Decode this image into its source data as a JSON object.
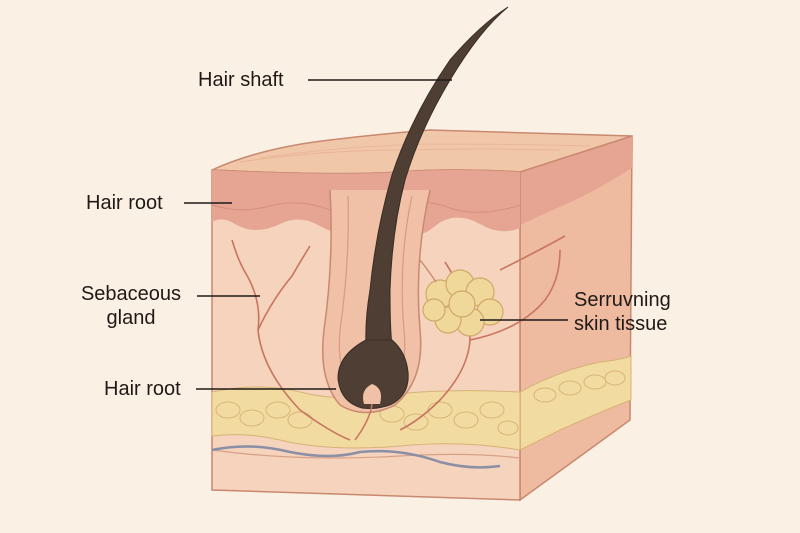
{
  "labels": {
    "hair_shaft": "Hair shaft",
    "hair_root_top": "Hair root",
    "sebaceous_line1": "Sebaceous",
    "sebaceous_line2": "gland",
    "hair_root_bottom": "Hair root",
    "surrounding_line1": "Serruvning",
    "surrounding_line2": "skin tissue"
  },
  "colors": {
    "background": "#fbf0e4",
    "top_face": "#f1c7a9",
    "epidermis": "#e6a592",
    "dermis": "#f5d3bc",
    "side_face": "#eebba0",
    "fat": "#f2dba0",
    "hair": "#4e3e34",
    "gland": "#f0d79a",
    "vessel": "#c9745f",
    "nerve": "#8a8fa6",
    "leader_line": "#1f1a17"
  }
}
